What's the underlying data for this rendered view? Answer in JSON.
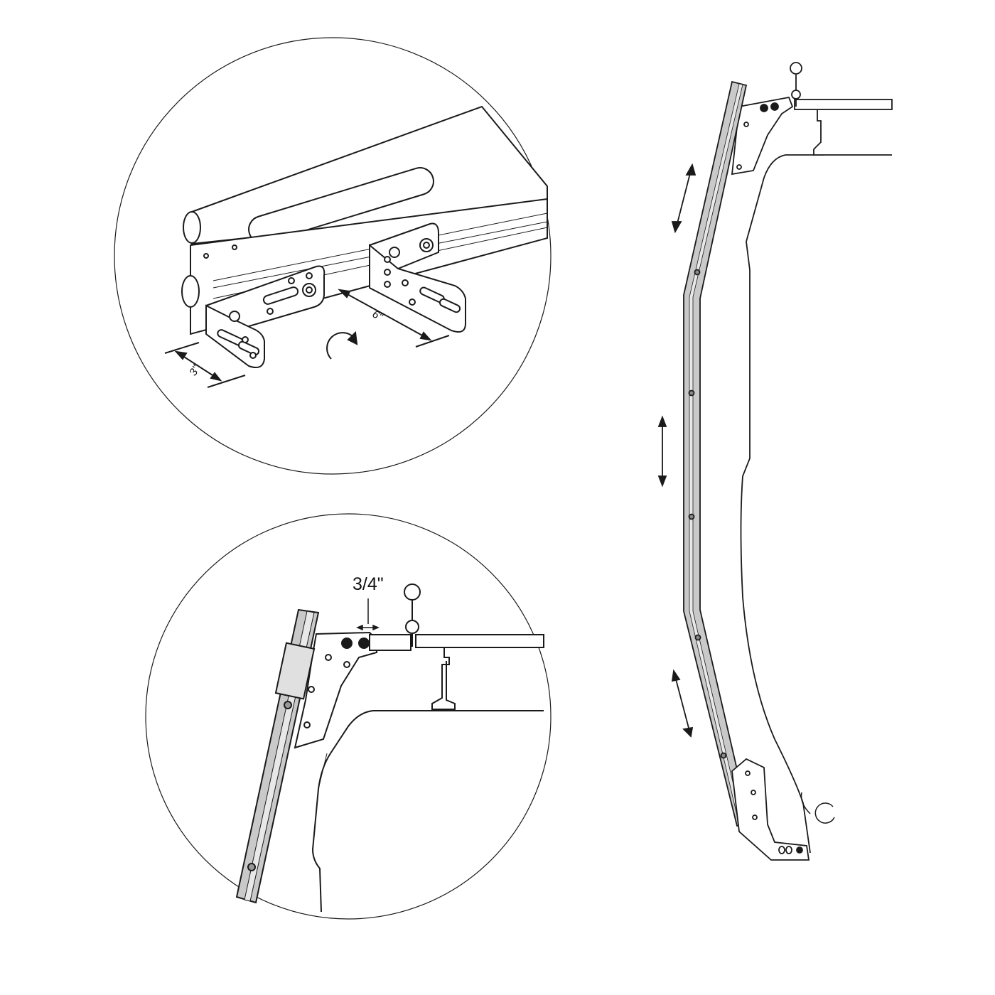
{
  "figure": {
    "detail_top": {
      "dimension_left": "3\"",
      "dimension_right": "6\""
    },
    "detail_bottom": {
      "dimension_gap": "3/4\""
    }
  },
  "colors": {
    "line": "#1a1a1a",
    "rail_fill": "#c9c9c9",
    "part_fill": "#ffffff"
  }
}
